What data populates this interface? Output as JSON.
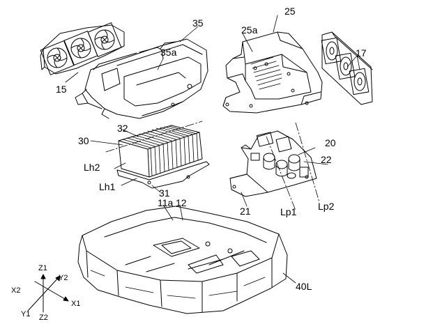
{
  "labels": {
    "fan_front": "15",
    "duct": "35",
    "duct_opening": "35a",
    "psu_cover": "25",
    "psu_cover_opening": "25a",
    "fan_rear": "17",
    "heatsink": "30",
    "heatsink_fins": "32",
    "heatsink_base": "31",
    "lh2": "Lh2",
    "lh1": "Lh1",
    "psu_board": "20",
    "capacitors": "22",
    "psu_base": "21",
    "lp1": "Lp1",
    "lp2": "Lp2",
    "chip": "11a",
    "board": "12",
    "housing": "40L"
  },
  "axes": {
    "z1": "Z1",
    "z2": "Z2",
    "x1": "X1",
    "x2": "X2",
    "y1": "Y1",
    "y2": "Y2"
  }
}
